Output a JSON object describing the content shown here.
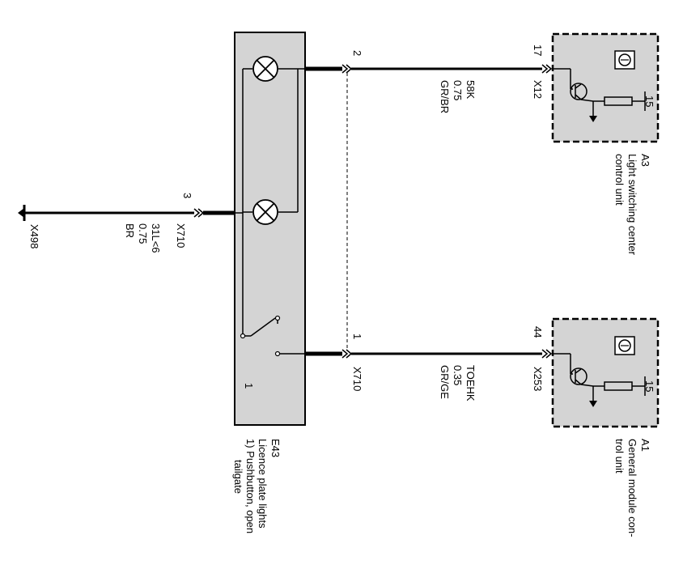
{
  "colors": {
    "component_fill": "#d4d4d4",
    "wire": "#000000",
    "background": "#ffffff"
  },
  "pins": {
    "e43_pin3": "3",
    "e43_pin2": "2",
    "e43_pin1": "1",
    "a3_pin17": "17",
    "a1_pin44": "44",
    "a3_ground_pin": "15",
    "a1_ground_pin": "15",
    "e43_internal_1": "1"
  },
  "connectors": {
    "x710_left": "X710",
    "x710_right": "X710",
    "x498": "X498",
    "x12": "X12",
    "x253": "X253"
  },
  "wires": {
    "left": {
      "signal": "31L<6",
      "size": "0.75",
      "color": "BR"
    },
    "top": {
      "signal": "58K",
      "size": "0.75",
      "color": "GR/BR"
    },
    "bottom": {
      "signal": "TOEHK",
      "size": "0.35",
      "color": "GR/GE"
    }
  },
  "components": {
    "e43": {
      "id": "E43",
      "line1": "Licence plate lights",
      "line2": "1) Pushbutton, open",
      "line3": "tailgate"
    },
    "a3": {
      "id": "A3",
      "line1": "Light switching center",
      "line2": "control unit"
    },
    "a1": {
      "id": "A1",
      "line1": "General module con-",
      "line2": "trol unit"
    }
  }
}
